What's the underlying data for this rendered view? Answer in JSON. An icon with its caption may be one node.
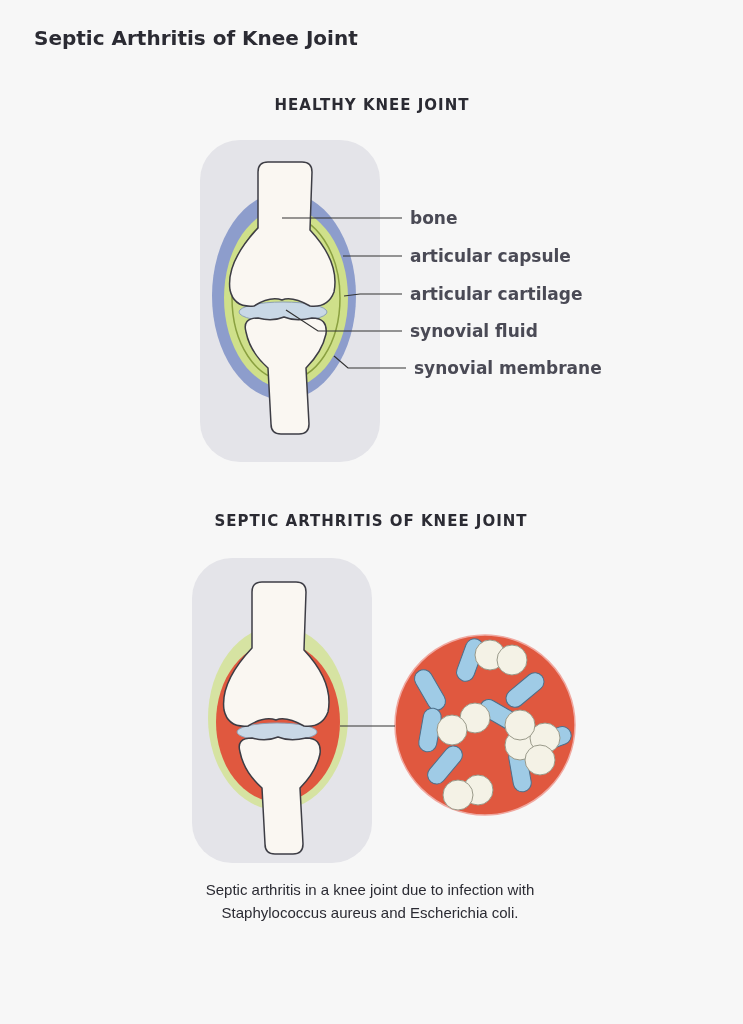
{
  "diagram": {
    "title": "Septic Arthritis of Knee Joint",
    "caption": "Septic arthritis in a knee joint due to infection with Staphylococcus aureus and Escherichia coli.",
    "nodes": [
      {
        "text": [
          "bone"
        ]
      },
      {
        "text": [
          "articular capsule"
        ]
      },
      {
        "text": [
          "articular cartilage"
        ]
      },
      {
        "text": [
          "synovial fluid"
        ]
      },
      {
        "text": [
          "synovial membrane"
        ]
      },
      {
        "text": [],
        "shape": "circle"
      }
    ],
    "edges": [
      {
        "from": 0,
        "to": null,
        "arrow": "none"
      },
      {
        "from": 1,
        "to": null,
        "arrow": "none"
      },
      {
        "from": 2,
        "to": null,
        "arrow": "none"
      },
      {
        "from": 3,
        "to": null,
        "arrow": "none"
      },
      {
        "from": 4,
        "to": null,
        "arrow": "none"
      },
      {
        "from": null,
        "to": 5,
        "arrow": "none"
      }
    ],
    "labels": [
      "HEALTHY KNEE JOINT",
      "SEPTIC ARTHRITIS OF KNEE JOINT"
    ]
  }
}
